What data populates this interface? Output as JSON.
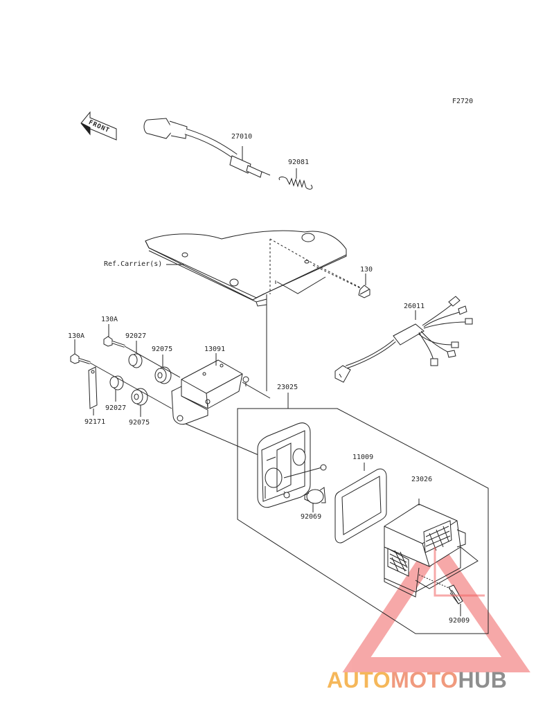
{
  "figure_code": "F2720",
  "front_indicator": "FRONT",
  "reference_label": "Ref.Carrier(s)",
  "parts": {
    "p27010": "27010",
    "p92081": "92081",
    "p130": "130",
    "p26011": "26011",
    "p130A_top": "130A",
    "p130A_left": "130A",
    "p92027_top": "92027",
    "p92075_top": "92075",
    "p13091": "13091",
    "p23025": "23025",
    "p92171": "92171",
    "p92027_bottom": "92027",
    "p92075_bottom": "92075",
    "p11009": "11009",
    "p23026": "23026",
    "p92069": "92069",
    "p92009": "92009"
  },
  "watermark": {
    "part1": "AUTO",
    "part2": "MOTO",
    "part3": "HUB",
    "colors": {
      "auto": "#f5b75a",
      "moto": "#f09a7e",
      "hub": "#8e8e8e",
      "logo": "#f08a8a"
    }
  }
}
